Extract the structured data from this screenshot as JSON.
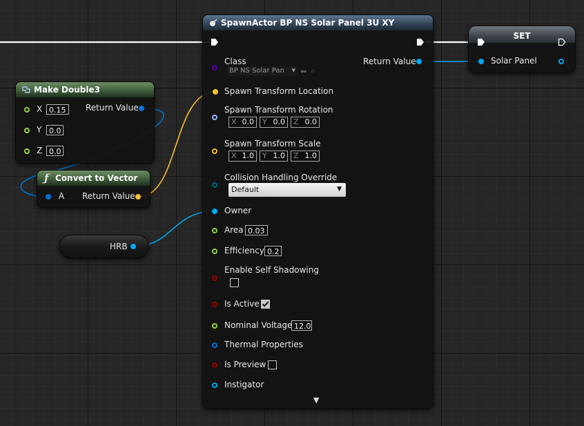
{
  "colors": {
    "exec": "#ffffff",
    "float_pin": "#9ad048",
    "vector_pin": "#f8c032",
    "transform_pin": "#ffa800",
    "rotator_pin": "#a0b4ff",
    "object_pin": "#00a8f2",
    "bool_pin": "#950000",
    "struct_pin": "#0074d8",
    "enum_pin": "#006a6a",
    "class_pin": "#5800a8"
  },
  "make_double3": {
    "title": "Make Double3",
    "icon": "make-struct-icon",
    "x_label": "X",
    "x_value": "0.15",
    "y_label": "Y",
    "y_value": "0.0",
    "z_label": "Z",
    "z_value": "0.0",
    "return_label": "Return Value"
  },
  "convert_to_vector": {
    "title": "Convert to Vector",
    "icon": "function-icon",
    "a_label": "A",
    "return_label": "Return Value"
  },
  "hrb": {
    "label": "HRB"
  },
  "spawn_actor": {
    "title": "SpawnActor BP NS Solar Panel 3U XY",
    "icon": "spawn-actor-icon",
    "class_label": "Class",
    "class_value": "BP NS Solar Pan",
    "return_label": "Return Value",
    "location_label": "Spawn Transform Location",
    "rotation_label": "Spawn Transform Rotation",
    "rotation": [
      {
        "axis": "X",
        "value": "0.0"
      },
      {
        "axis": "Y",
        "value": "0.0"
      },
      {
        "axis": "Z",
        "value": "0.0"
      }
    ],
    "scale_label": "Spawn Transform Scale",
    "scale": [
      {
        "axis": "X",
        "value": "1.0"
      },
      {
        "axis": "Y",
        "value": "1.0"
      },
      {
        "axis": "Z",
        "value": "1.0"
      }
    ],
    "collision_label": "Collision Handling Override",
    "collision_value": "Default",
    "owner_label": "Owner",
    "area_label": "Area",
    "area_value": "0.03",
    "efficiency_label": "Efficiency",
    "efficiency_value": "0.2",
    "self_shadow_label": "Enable Self Shadowing",
    "self_shadow_checked": false,
    "is_active_label": "Is Active",
    "is_active_checked": true,
    "voltage_label": "Nominal Voltage",
    "voltage_value": "12.0",
    "thermal_label": "Thermal Properties",
    "is_preview_label": "Is Preview",
    "is_preview_checked": false,
    "instigator_label": "Instigator"
  },
  "set_node": {
    "title": "SET",
    "var_label": "Solar Panel"
  }
}
